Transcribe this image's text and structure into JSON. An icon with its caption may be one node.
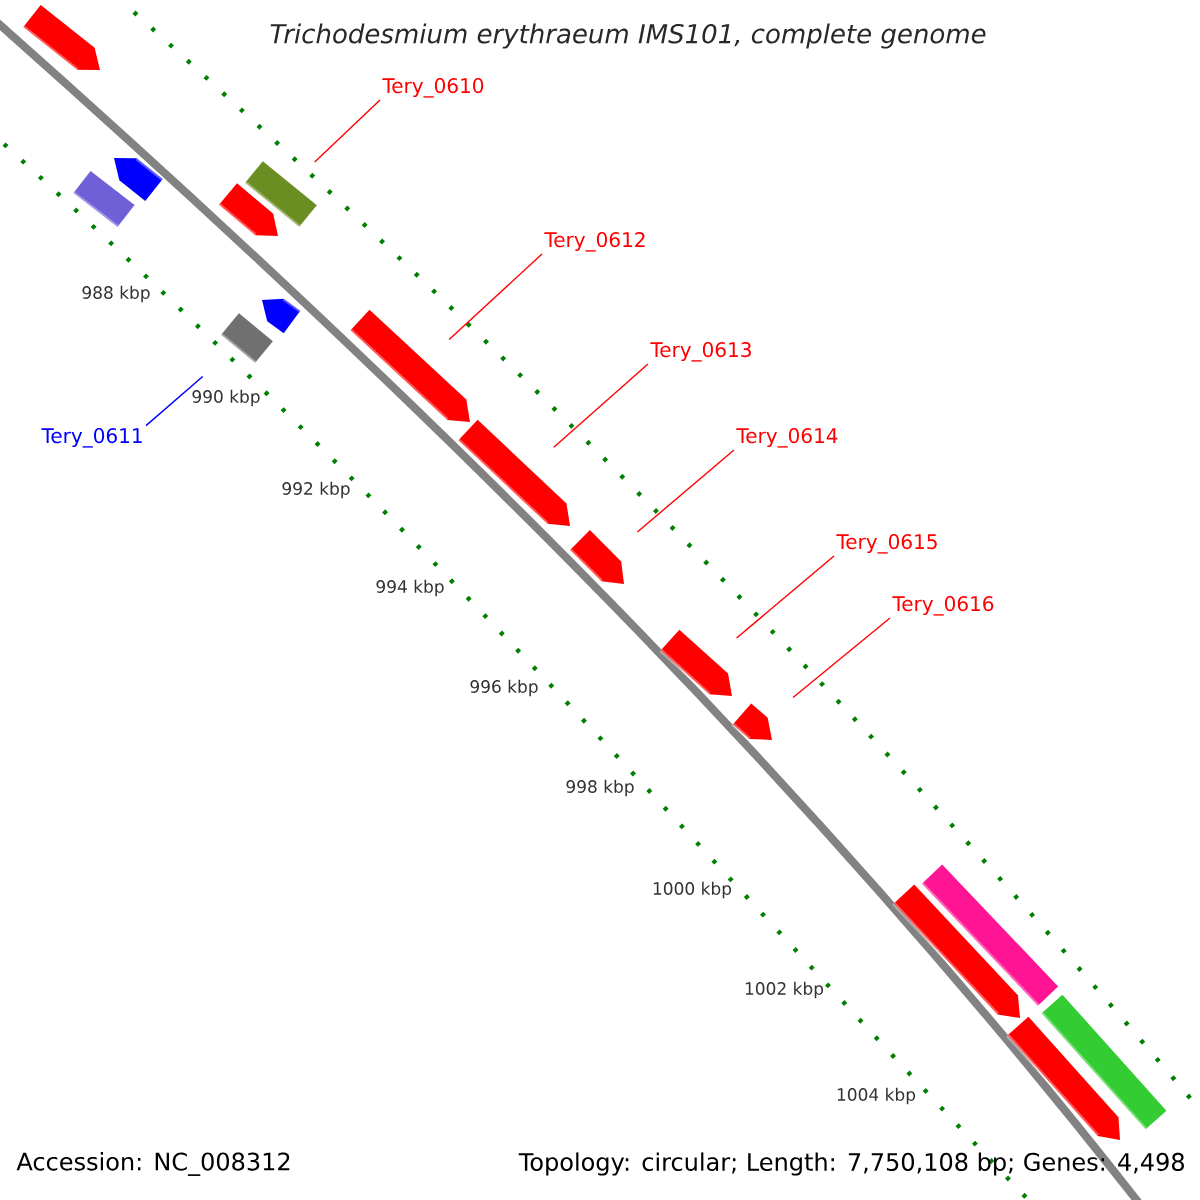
{
  "diagram": {
    "title": "Trichodesmium erythraeum IMS101, complete genome",
    "nodes": [
      {
        "text": [
          "Tery_0610"
        ]
      },
      {
        "text": [
          "Tery_0611"
        ]
      },
      {
        "text": [
          "Tery_0612"
        ]
      },
      {
        "text": [
          "Tery_0613"
        ]
      },
      {
        "text": [
          "Tery_0614"
        ]
      },
      {
        "text": [
          "Tery_0615"
        ]
      },
      {
        "text": [
          "Tery_0616"
        ]
      },
      {
        "text": [],
        "shape": "arrow"
      },
      {
        "text": [],
        "shape": "bar"
      },
      {
        "text": [],
        "shape": "arrow"
      },
      {
        "text": [],
        "shape": "arrow"
      },
      {
        "text": [],
        "shape": "bar"
      },
      {
        "text": [],
        "shape": "bar"
      },
      {
        "text": [],
        "shape": "arrow"
      },
      {
        "text": [],
        "shape": "arrow"
      },
      {
        "text": [],
        "shape": "arrow"
      },
      {
        "text": [],
        "shape": "arrow"
      },
      {
        "text": [],
        "shape": "arrow"
      },
      {
        "text": [],
        "shape": "arrow"
      },
      {
        "text": [],
        "shape": "arrow"
      },
      {
        "text": [],
        "shape": "bar"
      },
      {
        "text": [],
        "shape": "arrow"
      },
      {
        "text": [],
        "shape": "bar"
      }
    ],
    "edges": [
      {
        "from": 0,
        "to": 11,
        "arrow": "none"
      },
      {
        "from": 1,
        "to": 12,
        "arrow": "none",
        "color": "#0000ff"
      },
      {
        "from": 2,
        "to": 14,
        "arrow": "none"
      },
      {
        "from": 3,
        "to": 15,
        "arrow": "none"
      },
      {
        "from": 4,
        "to": 16,
        "arrow": "none"
      },
      {
        "from": 5,
        "to": 17,
        "arrow": "none"
      },
      {
        "from": 6,
        "to": 18,
        "arrow": "none"
      }
    ],
    "labels": [
      "988 kbp",
      "990 kbp",
      "992 kbp",
      "994 kbp",
      "996 kbp",
      "998 kbp",
      "1000 kbp",
      "1002 kbp",
      "1004 kbp",
      "Accession: NC_008312",
      "Topology: circular; Length: 7,750,108 bp; Genes: 4,498"
    ]
  }
}
